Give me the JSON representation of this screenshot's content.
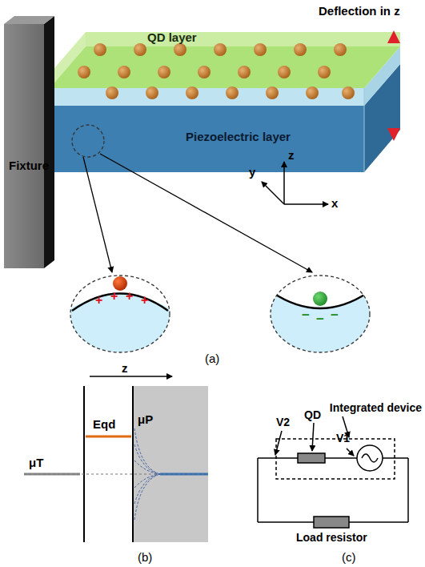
{
  "diagram": {
    "nodes": [
      {
        "text": [
          "Fixture"
        ]
      },
      {
        "text": [
          "QD layer"
        ]
      },
      {
        "text": [
          "Piezoelectric layer"
        ]
      }
    ],
    "labels": [
      "Deflection in z",
      "z",
      "y",
      "x",
      "+",
      "+",
      "+",
      "+",
      "−",
      "−",
      "−",
      "(a)",
      "z",
      "μT",
      "Eqd",
      "μP",
      "(b)",
      "QD",
      "Integrated device",
      "V2",
      "V1",
      "Load resistor",
      "(c)"
    ]
  }
}
